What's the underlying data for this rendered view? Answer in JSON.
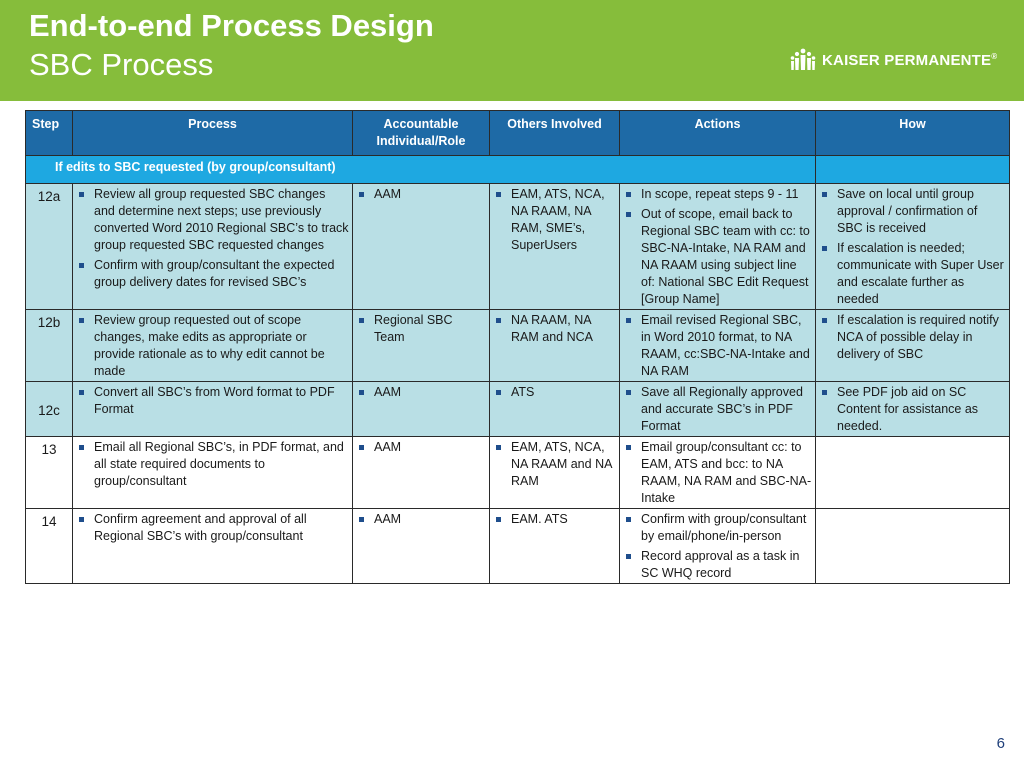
{
  "header": {
    "title": "End-to-end Process Design",
    "subtitle": "SBC Process",
    "logo_text": "KAISER PERMANENTE",
    "logo_mark": "®"
  },
  "table": {
    "columns": [
      "Step",
      "Process",
      "Accountable Individual/Role",
      "Others Involved",
      "Actions",
      "How"
    ],
    "section_label": "If edits to SBC requested (by group/consultant)",
    "rows": [
      {
        "step": "12a",
        "process": [
          "Review all group requested SBC changes and determine next steps; use previously converted Word 2010 Regional SBC’s to track group requested SBC requested changes",
          "Confirm with group/consultant the expected group delivery dates for revised SBC’s"
        ],
        "accountable": [
          "AAM"
        ],
        "others": [
          "EAM, ATS, NCA, NA RAAM, NA RAM, SME’s, SuperUsers"
        ],
        "actions": [
          "In scope, repeat steps 9 - 11",
          "Out of scope, email back to Regional SBC team with cc: to SBC-NA-Intake, NA RAM and NA RAAM using subject line of: National SBC Edit Request [Group Name]"
        ],
        "how": [
          "Save on local until group approval / confirmation of SBC is received",
          "If escalation is needed; communicate with Super User and escalate further as needed"
        ]
      },
      {
        "step": "12b",
        "process": [
          "Review group requested out of scope changes, make edits as appropriate or provide rationale as to why edit cannot be made"
        ],
        "accountable": [
          "Regional SBC Team"
        ],
        "others": [
          "NA RAAM, NA RAM and NCA"
        ],
        "actions": [
          "Email revised Regional SBC, in Word 2010 format, to NA RAAM, cc:SBC-NA-Intake and NA RAM"
        ],
        "how": [
          "If escalation is required notify NCA of possible delay in delivery of SBC"
        ]
      },
      {
        "step": "12c",
        "process": [
          "Convert all SBC’s from Word format to PDF Format"
        ],
        "accountable": [
          "AAM"
        ],
        "others": [
          "ATS"
        ],
        "actions": [
          "Save all Regionally approved and accurate SBC’s in PDF Format"
        ],
        "how": [
          "See PDF job aid on SC Content for assistance as needed."
        ]
      },
      {
        "step": "13",
        "process": [
          "Email all Regional SBC’s, in PDF format, and all state required documents to group/consultant"
        ],
        "accountable": [
          "AAM"
        ],
        "others": [
          "EAM, ATS, NCA, NA RAAM and NA RAM"
        ],
        "actions": [
          "Email group/consultant cc: to EAM, ATS and bcc: to NA RAAM, NA RAM and SBC-NA-Intake"
        ],
        "how": []
      },
      {
        "step": "14",
        "process": [
          "Confirm agreement and approval of  all Regional SBC’s with group/consultant"
        ],
        "accountable": [
          "AAM"
        ],
        "others": [
          "EAM. ATS"
        ],
        "actions": [
          "Confirm with group/consultant by email/phone/in-person",
          "Record approval as a task in SC WHQ record"
        ],
        "how": []
      }
    ]
  },
  "footer": {
    "page_number": "6"
  },
  "colors": {
    "header_green": "#86bd3b",
    "table_header_blue": "#1e6aa6",
    "section_blue": "#1ea8e1",
    "row_light_blue": "#b9dfe5",
    "bullet_navy": "#1f4e8c"
  }
}
